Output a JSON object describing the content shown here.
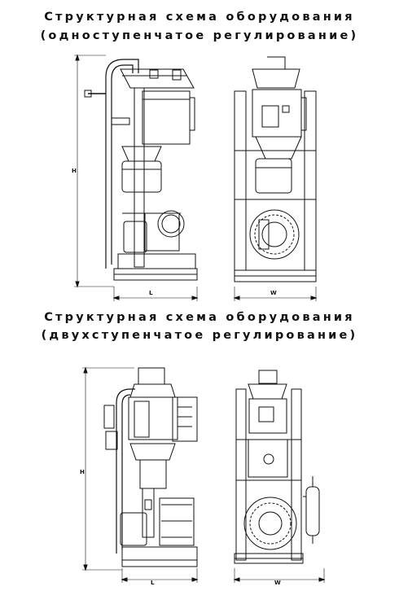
{
  "diagram1": {
    "title_line1": "Структурная схема оборудования",
    "title_line2": "(одноступенчатое регулирование)",
    "dim_height": "H",
    "dim_length": "L",
    "dim_width": "W"
  },
  "diagram2": {
    "title_line1": "Структурная схема оборудования",
    "title_line2": "(двухступенчатое регулирование)",
    "dim_height": "H",
    "dim_length": "L",
    "dim_width": "W"
  },
  "colors": {
    "ink": "#111111",
    "background": "#ffffff"
  }
}
